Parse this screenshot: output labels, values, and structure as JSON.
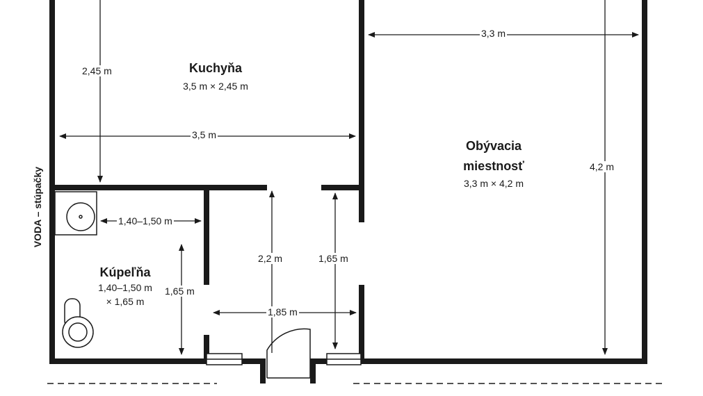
{
  "colors": {
    "wall": "#1a1a1a",
    "line": "#1a1a1a",
    "background": "#ffffff"
  },
  "rooms": {
    "kitchen": {
      "name": "Kuchyňa",
      "size": "3,5 m × 2,45 m"
    },
    "living": {
      "name_line1": "Obývacia",
      "name_line2": "miestnosť",
      "size": "3,3 m × 4,2 m"
    },
    "bathroom": {
      "name": "Kúpeľňa",
      "size_line1": "1,40–1,50 m",
      "size_line2": "× 1,65 m"
    }
  },
  "riser_label": "VODA – stúpačky",
  "dimensions": {
    "kitchen_height": "2,45 m",
    "kitchen_width": "3,5 m",
    "living_width": "3,3 m",
    "living_height": "4,2 m",
    "bath_width": "1,40–1,50 m",
    "bath_height": "1,65 m",
    "hall_height": "2,2 m",
    "opening_height": "1,65 m",
    "hall_width": "1,85 m"
  }
}
